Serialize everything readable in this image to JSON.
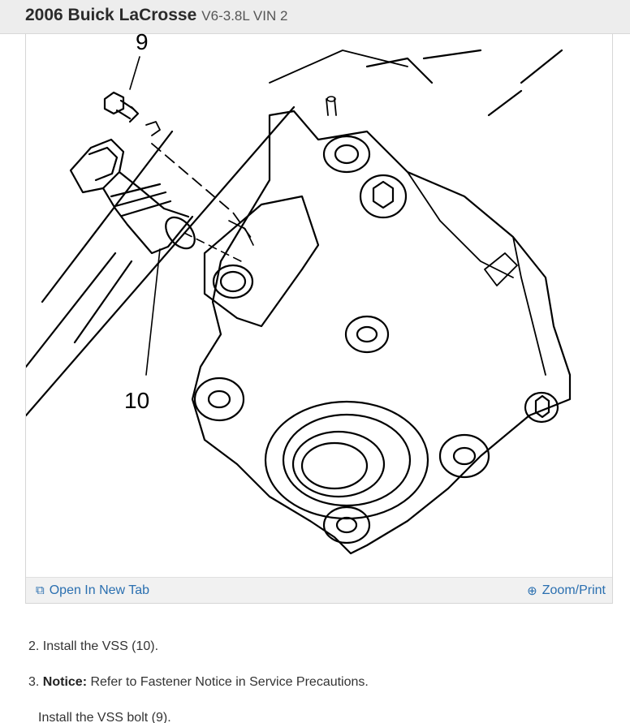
{
  "header": {
    "title": "2006 Buick LaCrosse",
    "engine": "V6-3.8L VIN 2"
  },
  "figure": {
    "callouts": {
      "bolt": "9",
      "sensor": "10"
    },
    "open_tab_label": "Open In New Tab",
    "zoom_label": "Zoom/Print"
  },
  "steps": {
    "step2": "2. Install the VSS (10).",
    "step3_prefix": "3. ",
    "step3_notice": "Notice:",
    "step3_text": " Refer to Fastener Notice in Service Precautions.",
    "step3_sub": "Install the VSS bolt (9)."
  },
  "icons": {
    "open_tab": "open-in-new-tab-icon",
    "zoom": "zoom-icon"
  },
  "colors": {
    "link": "#2a6fb0",
    "header_bg": "#ededed"
  }
}
